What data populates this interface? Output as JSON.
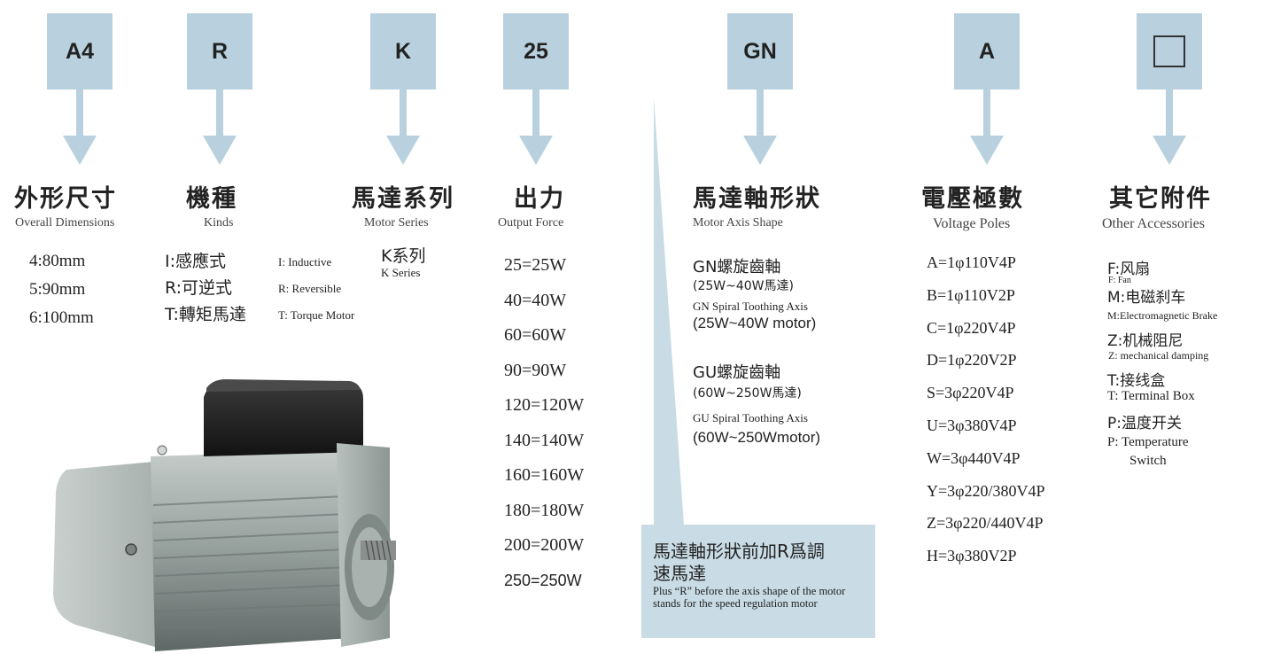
{
  "codes": [
    {
      "code": "A4"
    },
    {
      "code": "R"
    },
    {
      "code": "K"
    },
    {
      "code": "25"
    },
    {
      "code": "GN"
    },
    {
      "code": "A"
    },
    {
      "code": "□",
      "empty": true
    }
  ],
  "colors": {
    "box": "#b9d1de",
    "arrow": "#b9d1de",
    "note_bg": "#c9dce6"
  },
  "sections": {
    "dimensions": {
      "title_zh": "外形尺寸",
      "title_en": "Overall Dimensions",
      "items": [
        "4:80mm",
        "5:90mm",
        "6:100mm"
      ]
    },
    "kinds": {
      "title_zh": "機種",
      "title_en": "Kinds",
      "items_zh": [
        "I:感應式",
        "R:可逆式",
        "T:轉矩馬達"
      ],
      "items_en": [
        "I: Inductive",
        "R: Reversible",
        "T: Torque Motor"
      ]
    },
    "motor_series": {
      "title_zh": "馬達系列",
      "title_en": "Motor Series",
      "value_zh": "K系列",
      "value_en": "K Series"
    },
    "output": {
      "title_zh": "出力",
      "title_en": "Output Force",
      "items": [
        "25=25W",
        "40=40W",
        "60=60W",
        "90=90W",
        "120=120W",
        "140=140W",
        "160=160W",
        "180=180W",
        "200=200W",
        "250=250W"
      ]
    },
    "axis_shape": {
      "title_zh": "馬達軸形狀",
      "title_en": "Motor Axis Shape",
      "gn_zh": "GN螺旋齒軸",
      "gn_range_zh": "(25W~40W馬達)",
      "gn_en": "GN Spiral Toothing Axis",
      "gn_range_en": "(25W~40W motor)",
      "gu_zh": "GU螺旋齒軸",
      "gu_range_zh": "(60W~250W馬達)",
      "gu_en": "GU Spiral Toothing Axis",
      "gu_range_en": "(60W~250Wmotor)"
    },
    "voltage": {
      "title_zh": "電壓極數",
      "title_en": "Voltage Poles",
      "items": [
        "A=1φ110V4P",
        "B=1φ110V2P",
        "C=1φ220V4P",
        "D=1φ220V2P",
        "S=3φ220V4P",
        "U=3φ380V4P",
        "W=3φ440V4P",
        "Y=3φ220/380V4P",
        "Z=3φ220/440V4P",
        "H=3φ380V2P"
      ]
    },
    "accessories": {
      "title_zh": "其它附件",
      "title_en": "Other Accessories",
      "fan_zh": "F:风扇",
      "fan_en": "F: Fan",
      "brake_zh": "M:电磁刹车",
      "brake_en": "M:Electromagnetic Brake",
      "damping_zh": "Z:机械阻尼",
      "damping_en": "Z:  mechanical damping",
      "box_zh": "T:接线盒",
      "box_en": "T: Terminal Box",
      "temp_zh": "P:温度开关",
      "temp_en_1": "P: Temperature",
      "temp_en_2": "Switch"
    }
  },
  "note": {
    "zh_line1": "馬達軸形狀前加R爲調",
    "zh_line2": "速馬達",
    "en": "Plus “R” before the axis shape of the motor stands for the speed regulation motor"
  }
}
